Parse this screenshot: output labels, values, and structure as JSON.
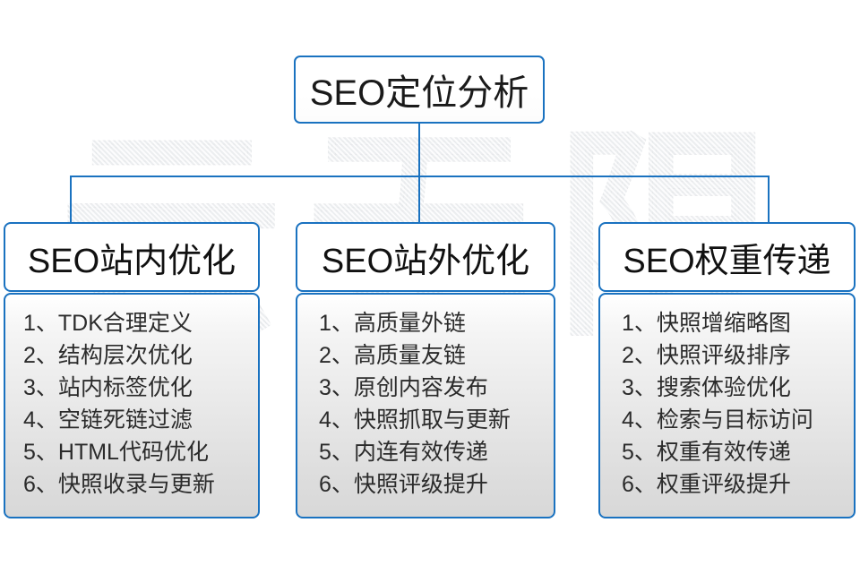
{
  "watermark": {
    "text": "云无限"
  },
  "root": {
    "title": "SEO定位分析"
  },
  "columns": [
    {
      "header": "SEO站内优化",
      "items": [
        "1、TDK合理定义",
        "2、结构层次优化",
        "3、站内标签优化",
        "4、空链死链过滤",
        "5、HTML代码优化",
        "6、快照收录与更新"
      ]
    },
    {
      "header": "SEO站外优化",
      "items": [
        "1、高质量外链",
        "2、高质量友链",
        "3、原创内容发布",
        "4、快照抓取与更新",
        "5、内连有效传递",
        "6、快照评级提升"
      ]
    },
    {
      "header": "SEO权重传递",
      "items": [
        "1、快照增缩略图",
        "2、快照评级排序",
        "3、搜索体验优化",
        "4、检索与目标访问",
        "5、权重有效传递",
        "6、权重评级提升"
      ]
    }
  ],
  "colors": {
    "border": "#1a72c0",
    "connector": "#1a72c0",
    "text": "#1a1a1a",
    "body_text": "#2b2b2b",
    "watermark": "#eceef0"
  }
}
